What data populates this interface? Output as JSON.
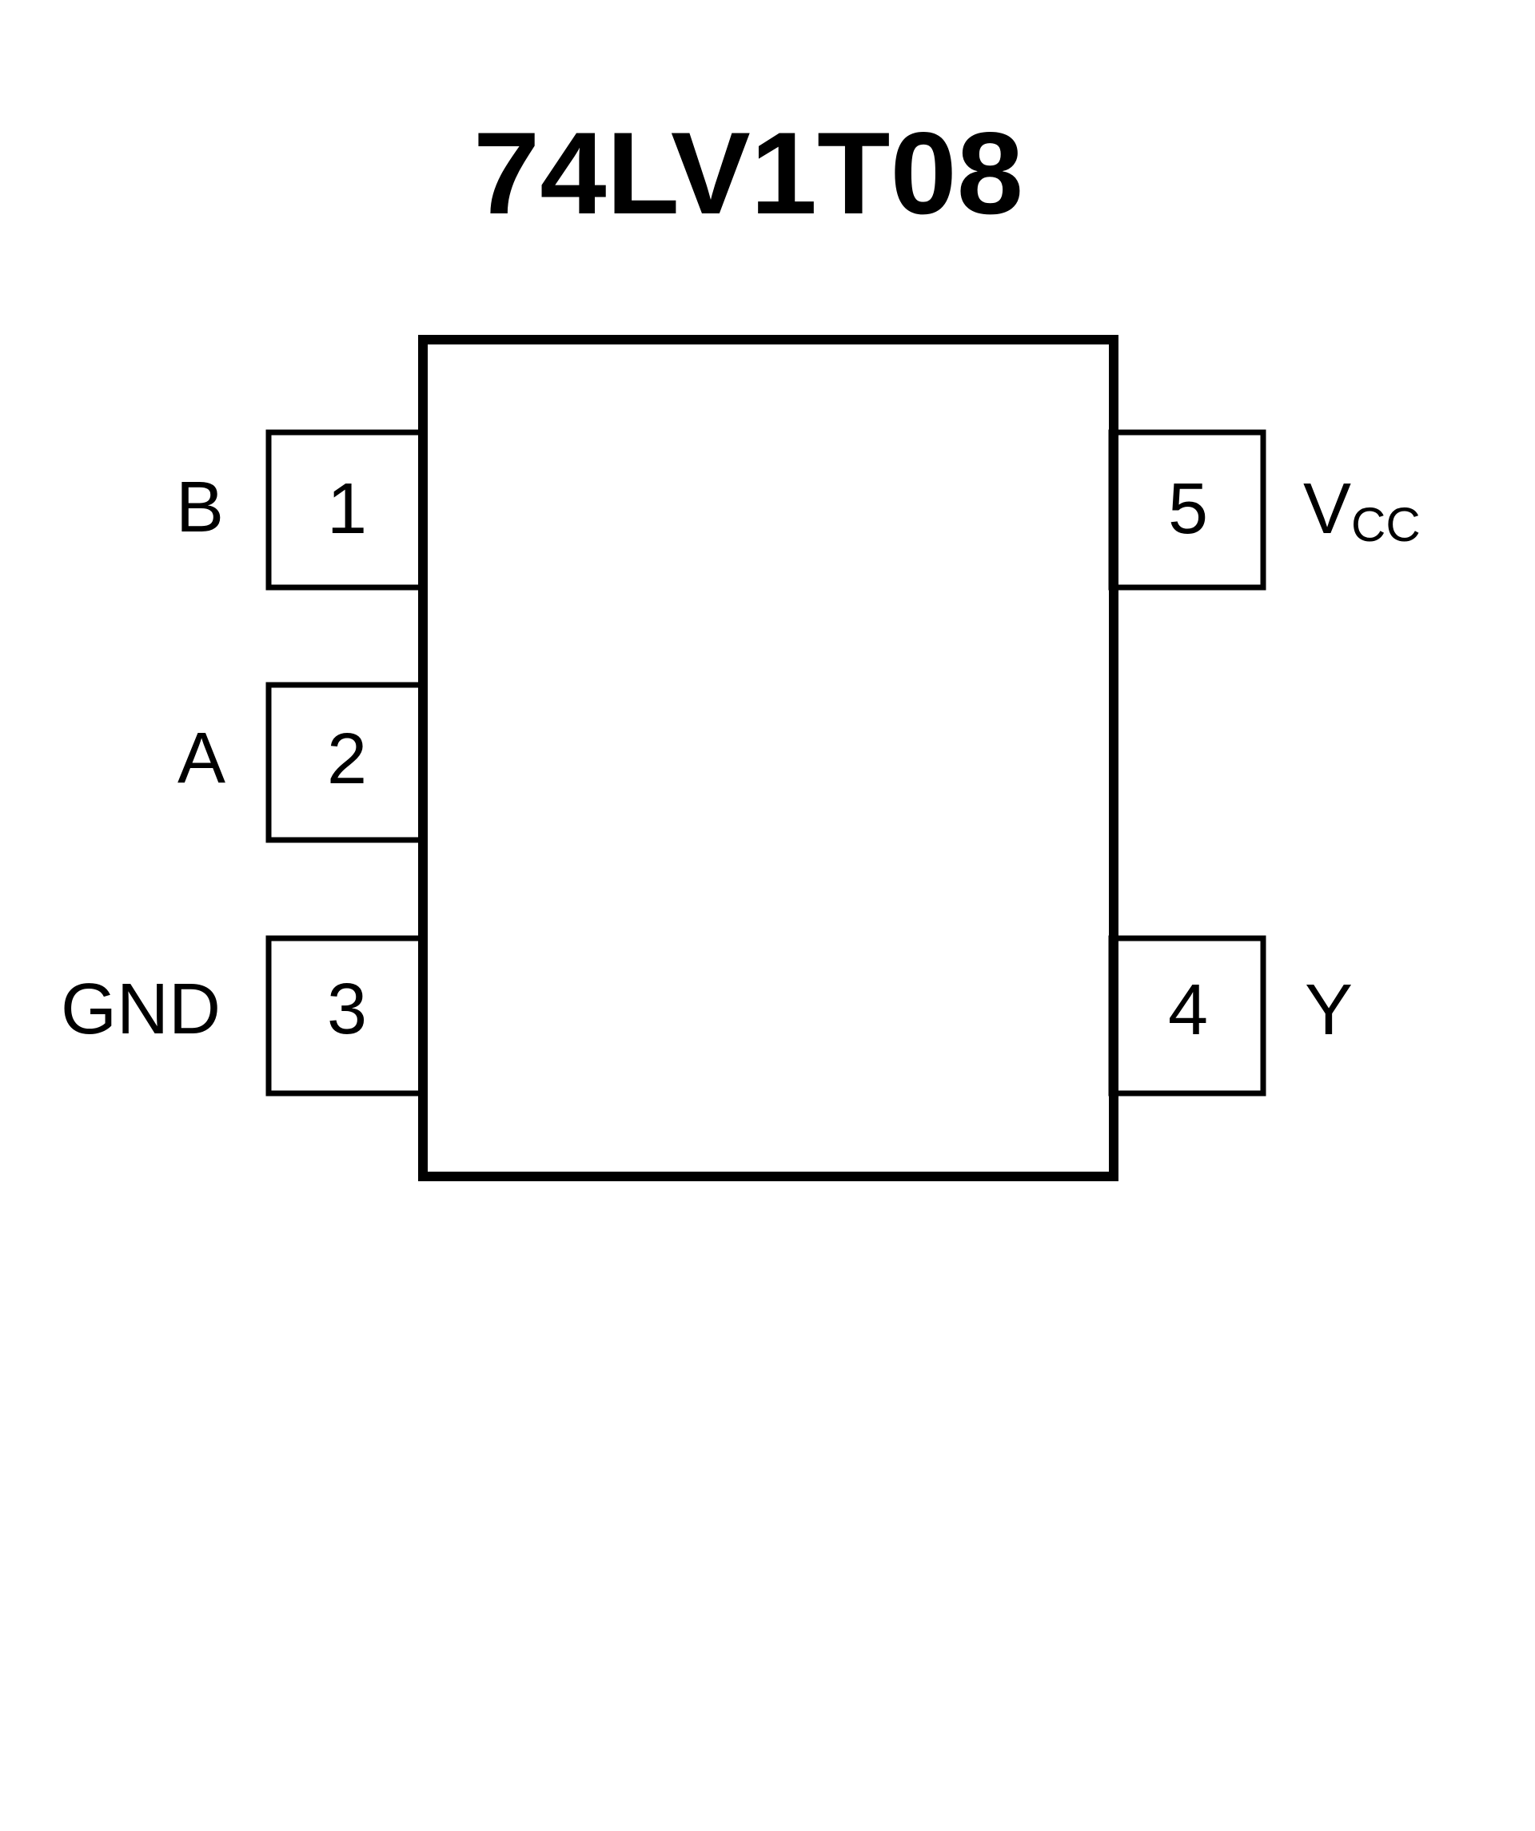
{
  "diagram": {
    "title": "74LV1T08",
    "colors": {
      "stroke": "#000000",
      "background": "#ffffff"
    },
    "pins": [
      {
        "number": "1",
        "name": "B",
        "side": "left"
      },
      {
        "number": "2",
        "name": "A",
        "side": "left"
      },
      {
        "number": "3",
        "name": "GND",
        "side": "left"
      },
      {
        "number": "4",
        "name": "Y",
        "side": "right"
      },
      {
        "number": "5",
        "name": "V",
        "name_subscript": "CC",
        "side": "right"
      }
    ]
  }
}
